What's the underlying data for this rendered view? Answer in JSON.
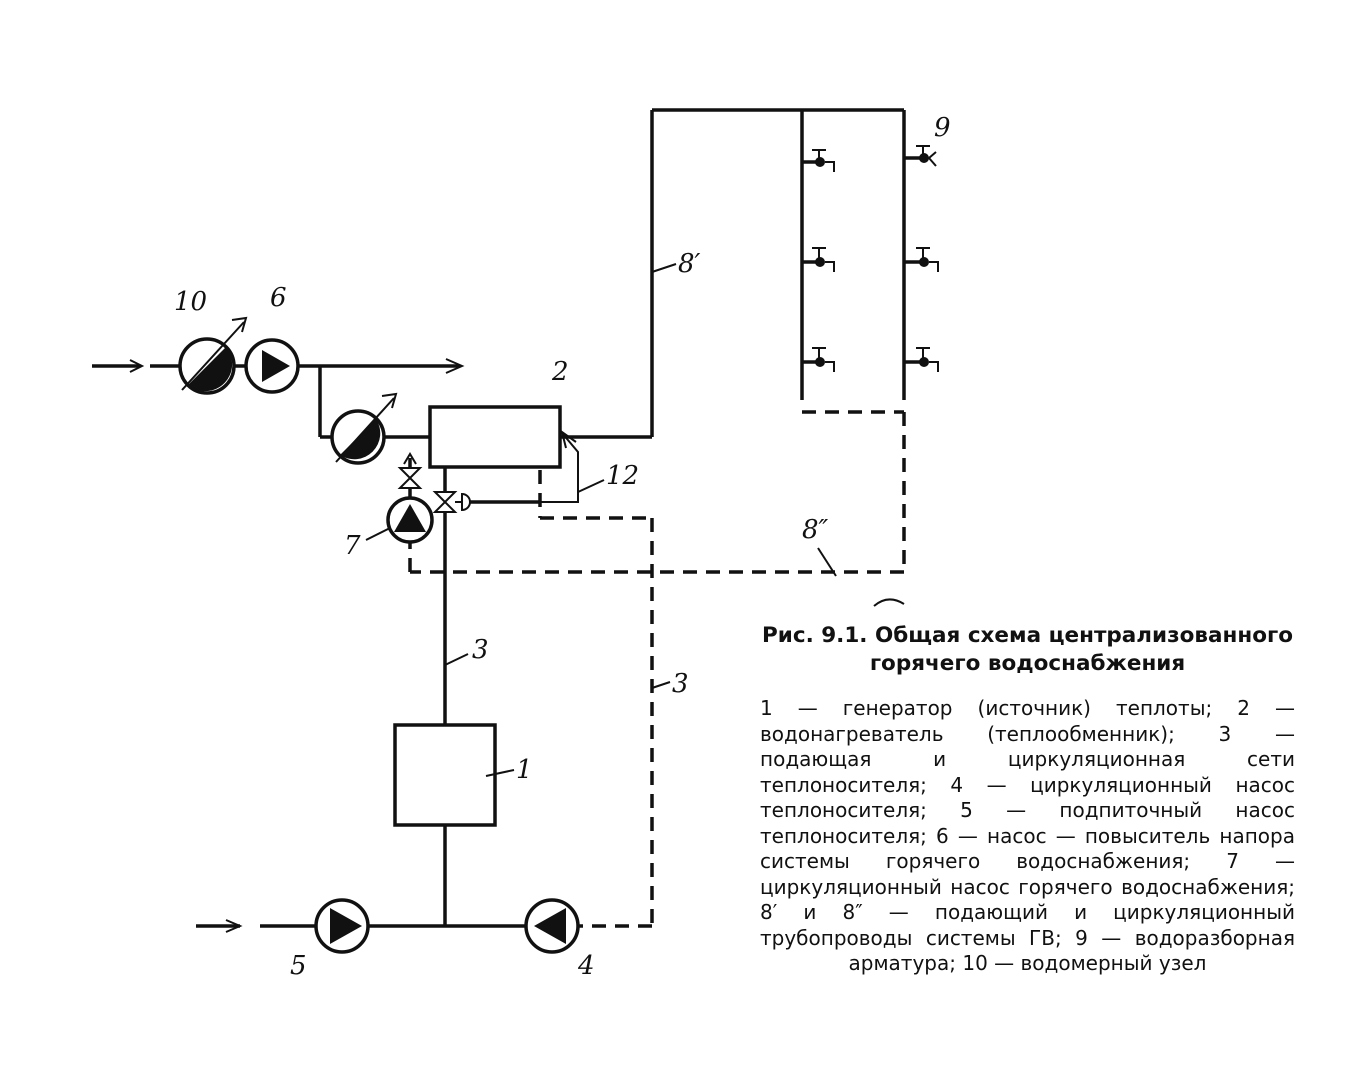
{
  "labels": {
    "n1": "1",
    "n2": "2",
    "n3a": "3",
    "n3b": "3",
    "n4": "4",
    "n5": "5",
    "n6": "6",
    "n7": "7",
    "n8a": "8′",
    "n8b": "8″",
    "n9": "9",
    "n10": "10",
    "n12": "12"
  },
  "caption": {
    "title": "Рис. 9.1. Общая схема централизованного горячего водоснабжения",
    "legend": "1 — генератор (источник) теплоты; 2 — водонагреватель (теплообменник); 3 — подающая и циркуляционная сети теплоносителя; 4 — циркуляционный насос теплоносителя; 5 — подпиточный насос теплоносителя; 6 — насос — повыситель напора системы горячего водоснабжения; 7 — циркуляционный насос горячего водоснабжения; 8′ и 8″ — подающий и циркуляционный трубопроводы системы ГВ; 9 — водоразборная арматура; 10 — водомерный узел"
  }
}
